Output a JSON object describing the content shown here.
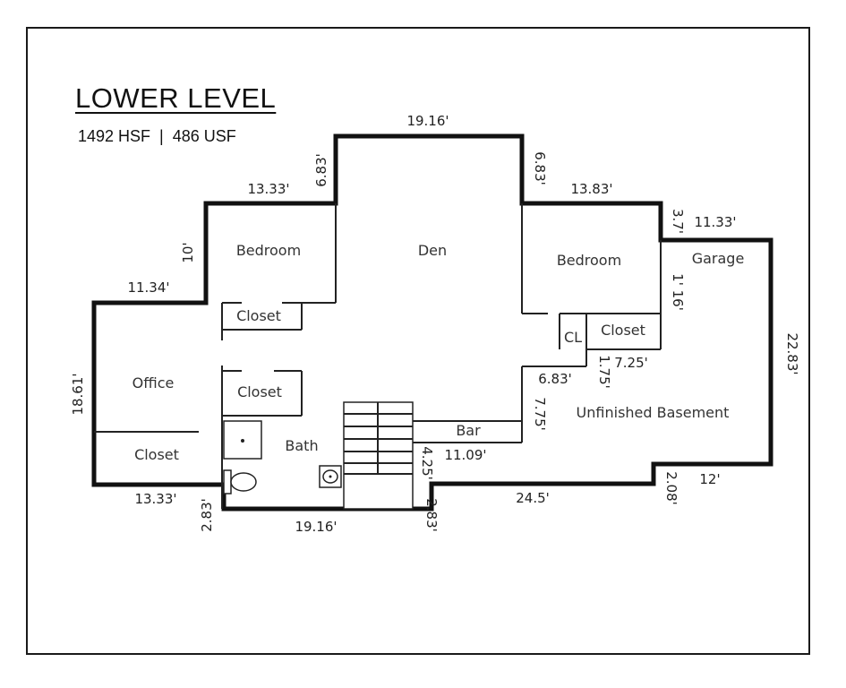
{
  "header": {
    "title": "LOWER LEVEL",
    "subtitle": "1492 HSF  |  486 USF"
  },
  "rooms": {
    "bedroom_left": "Bedroom",
    "den": "Den",
    "bedroom_right": "Bedroom",
    "garage": "Garage",
    "office": "Office",
    "closet_office": "Closet",
    "closet_upper": "Closet",
    "closet_middle": "Closet",
    "closet_right": "Closet",
    "cl": "CL",
    "bath": "Bath",
    "bar": "Bar",
    "unfinished_basement": "Unfinished Basement"
  },
  "dimensions": {
    "den_top": "19.16'",
    "den_left": "6.83'",
    "den_right": "6.83'",
    "bedroom_left_top": "13.33'",
    "bedroom_left_side": "10'",
    "bedroom_right_top": "13.83'",
    "garage_step": "3.7'",
    "garage_top": "11.33'",
    "garage_right": "22.83'",
    "garage_inner": "1' 16'",
    "office_top": "11.34'",
    "office_left": "18.61'",
    "office_bottom": "13.33'",
    "bath_step": "2.83'",
    "bath_bottom": "19.16'",
    "stair_bottom": "2.83'",
    "stair_right": "4.25'",
    "bar_bottom": "11.09'",
    "bar_right": "7.75'",
    "notch_left": "6.83'",
    "notch_mid": "1.75'",
    "notch_right": "7.25'",
    "basement_bottom": "24.5'",
    "basement_step": "2.08'",
    "basement_right_bottom": "12'"
  }
}
